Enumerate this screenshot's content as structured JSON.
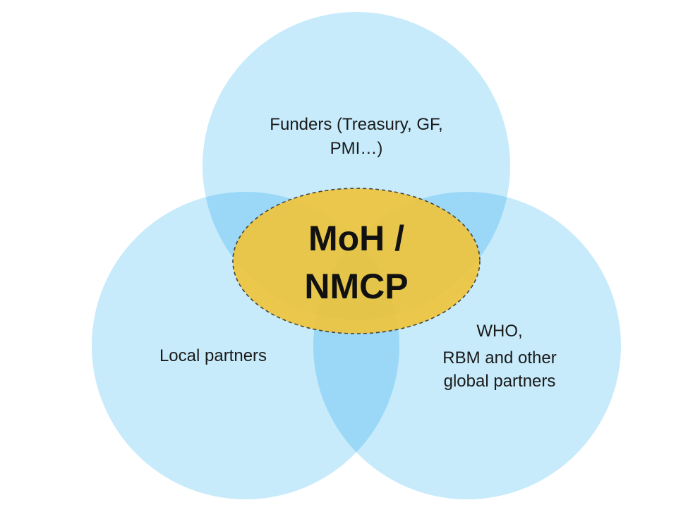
{
  "circles": {
    "top": {
      "line1": "Funders (Treasury, GF,",
      "line2": "PMI…)"
    },
    "left": {
      "label": "Local partners"
    },
    "right": {
      "line1": "WHO,",
      "line2": "RBM and other",
      "line3": "global partners"
    }
  },
  "center": {
    "line1": "MoH /",
    "line2": "NMCP"
  },
  "colors": {
    "circle_fill": "#c7ebfb",
    "circle_overlap": "#a6dcf7",
    "center_fill": "#eec43c",
    "center_border": "#444444"
  }
}
